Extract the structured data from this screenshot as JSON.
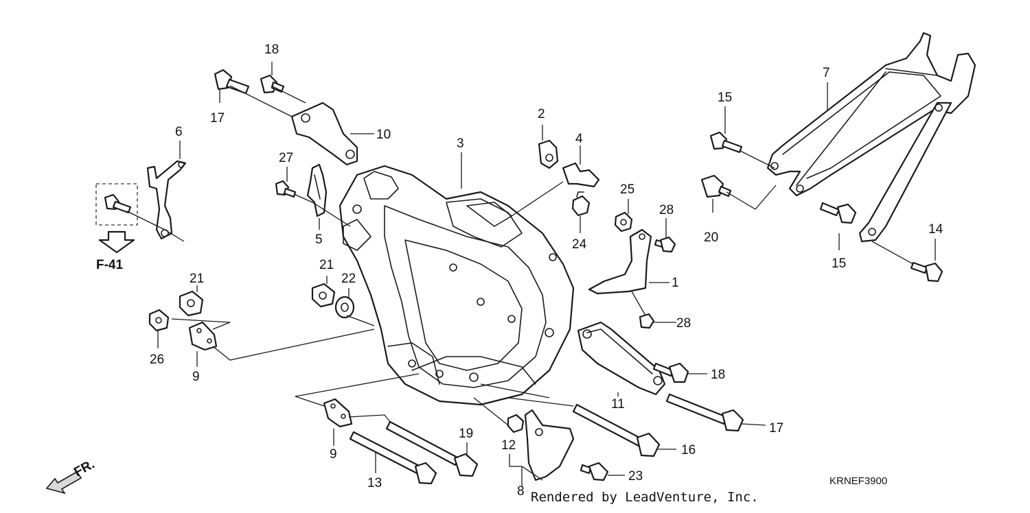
{
  "diagram": {
    "callouts": [
      "1",
      "2",
      "3",
      "4",
      "5",
      "6",
      "7",
      "8",
      "9",
      "9",
      "10",
      "11",
      "12",
      "13",
      "14",
      "15",
      "15",
      "16",
      "17",
      "17",
      "18",
      "18",
      "19",
      "20",
      "21",
      "21",
      "22",
      "23",
      "24",
      "25",
      "26",
      "27",
      "28",
      "28"
    ],
    "reference": {
      "label": "F-41"
    },
    "direction": {
      "label": "FR."
    },
    "diagram_code": "KRNEF3900",
    "credit": "Rendered by LeadVenture, Inc."
  }
}
